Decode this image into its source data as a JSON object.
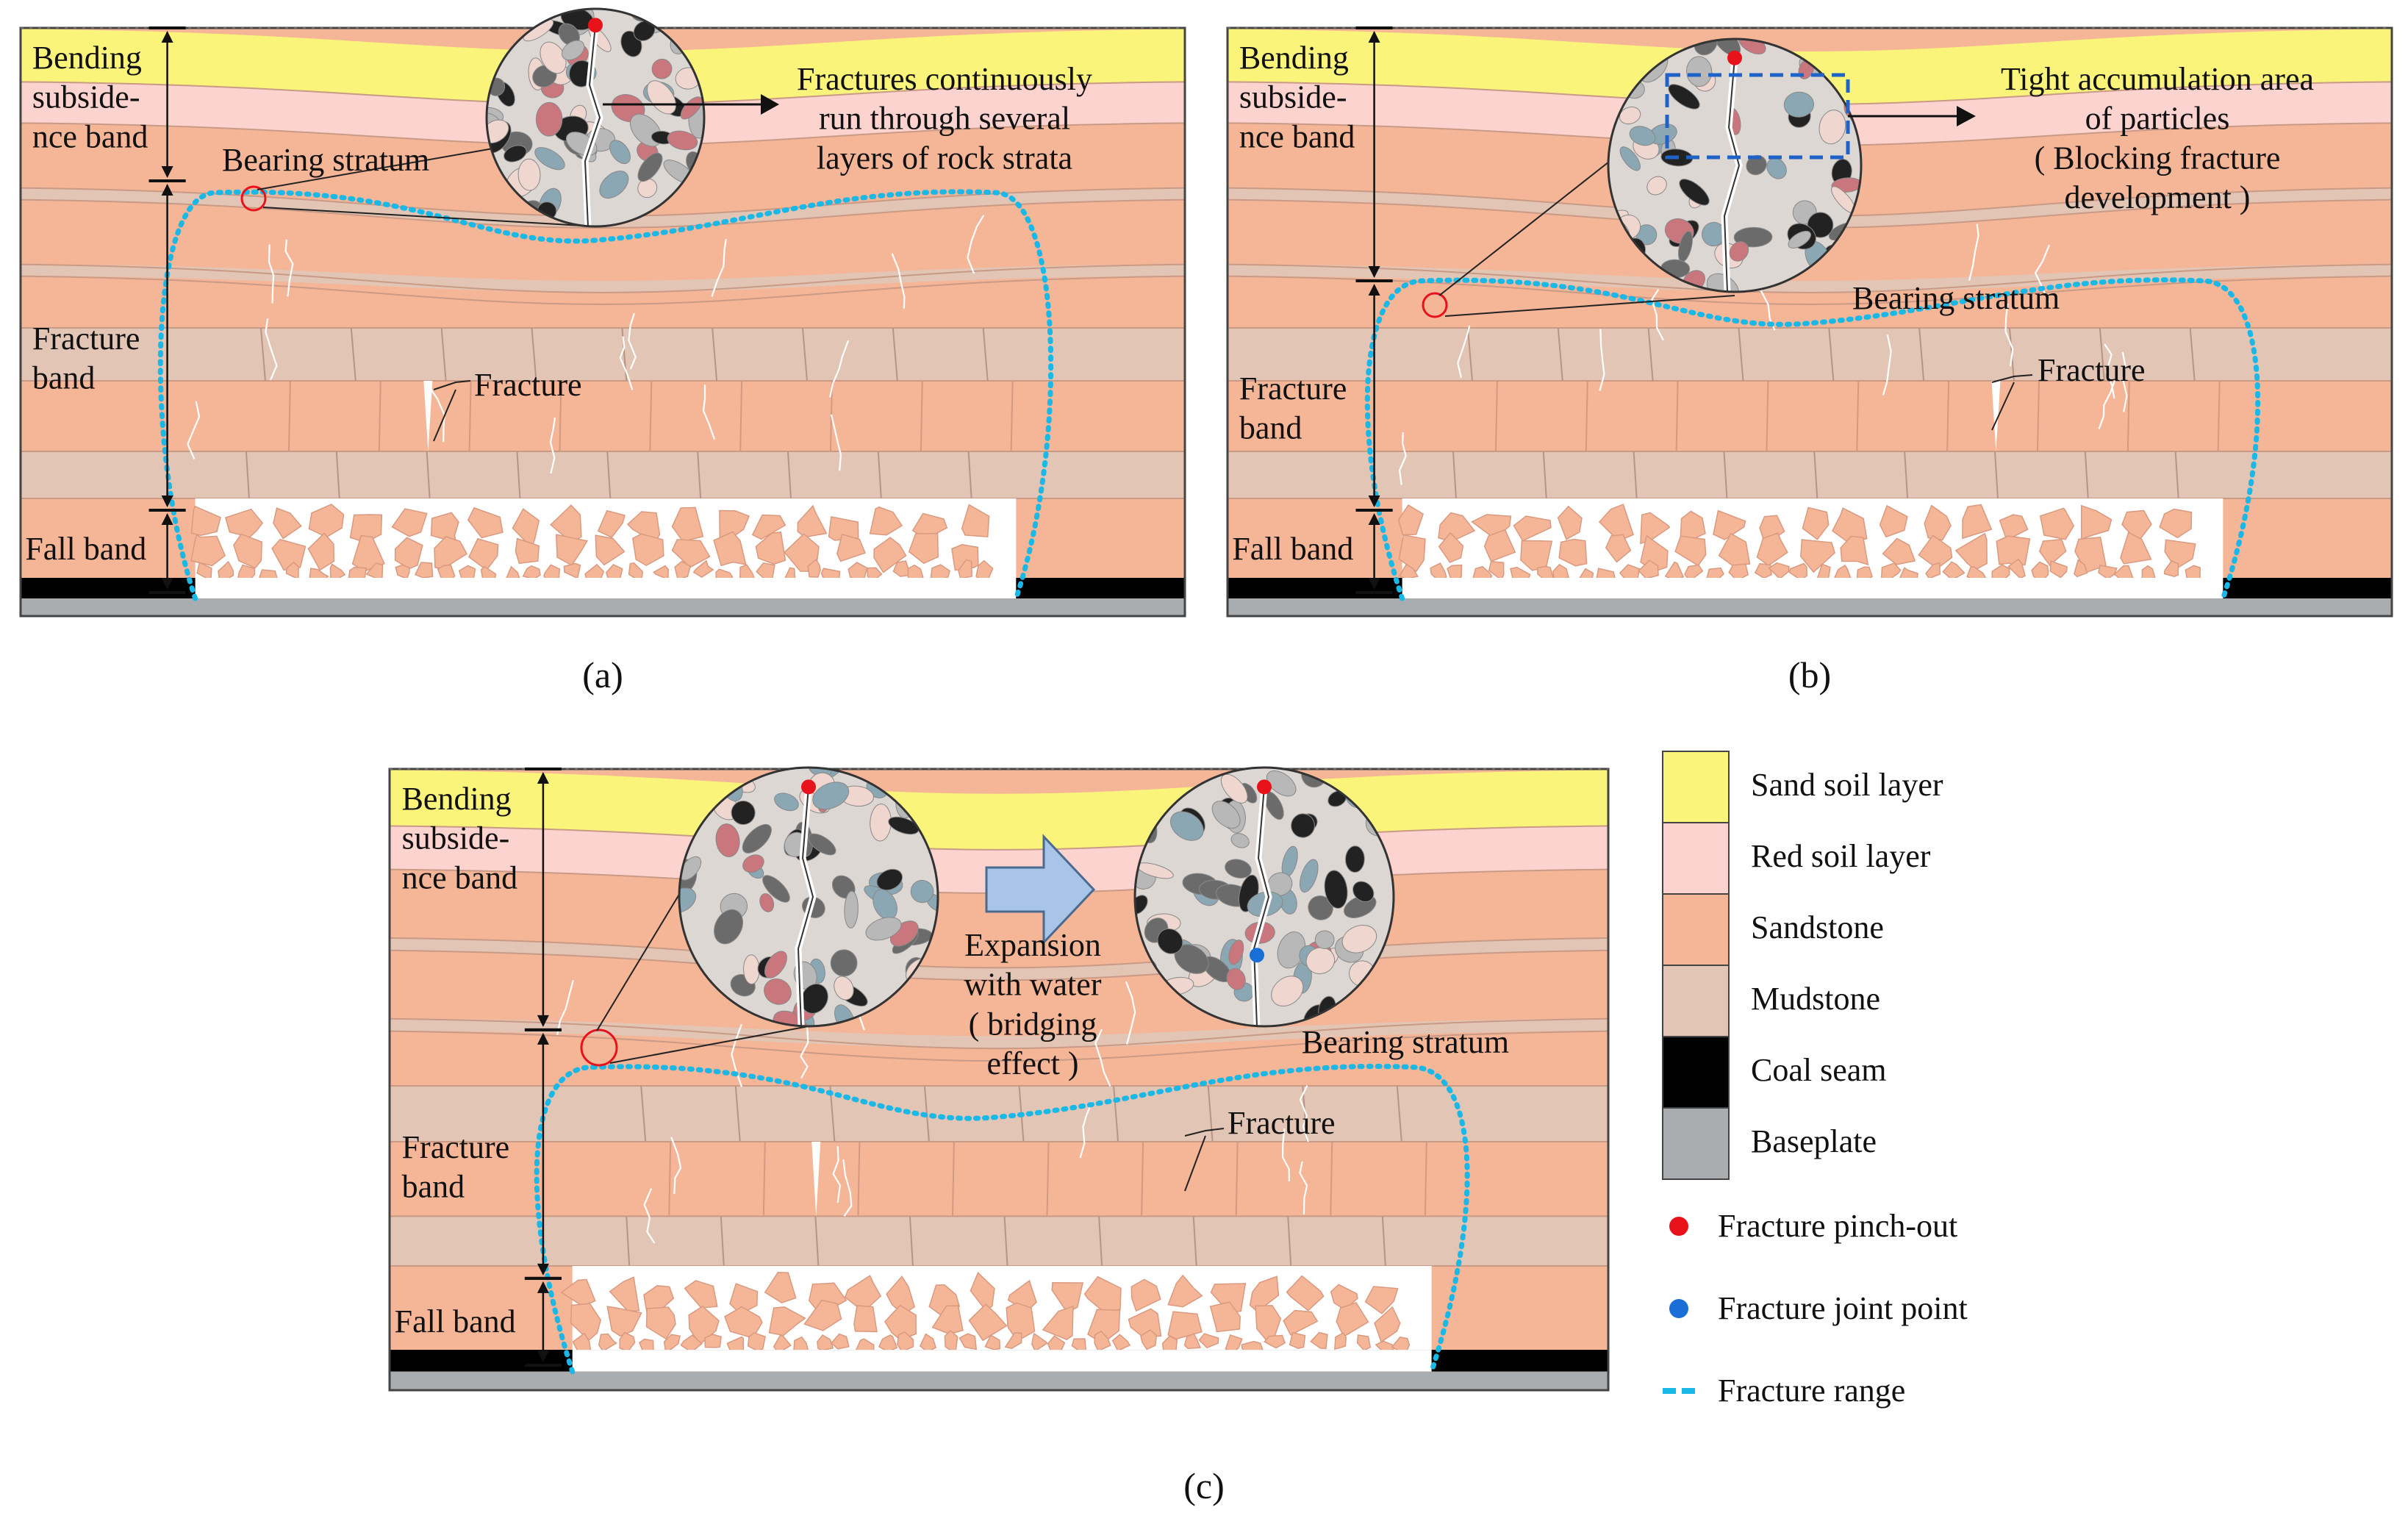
{
  "panels": [
    {
      "id": "a",
      "caption": "(a)",
      "zones": {
        "bending": "Bending\nsubside-\nnce band",
        "fracture": "Fracture\nband",
        "fall": "Fall band"
      },
      "bearing_stratum": "Bearing stratum",
      "fracture_label": "Fracture",
      "callout": "Fractures continuously\nrun through several\nlayers of rock strata"
    },
    {
      "id": "b",
      "caption": "(b)",
      "zones": {
        "bending": "Bending\nsubside-\nnce band",
        "fracture": "Fracture\nband",
        "fall": "Fall band"
      },
      "bearing_stratum": "Bearing stratum",
      "fracture_label": "Fracture",
      "callout": "Tight accumulation area\nof particles\n( Blocking fracture\ndevelopment )"
    },
    {
      "id": "c",
      "caption": "(c)",
      "zones": {
        "bending": "Bending\nsubside-\nnce band",
        "fracture": "Fracture\nband",
        "fall": "Fall band"
      },
      "bearing_stratum": "Bearing stratum",
      "fracture_label": "Fracture",
      "callout": "Expansion\nwith water\n( bridging\neffect )"
    }
  ],
  "legend": [
    {
      "label": "Sand soil layer",
      "kind": "swatch",
      "color": "#fbf47a"
    },
    {
      "label": "Red soil layer",
      "kind": "swatch",
      "color": "#fcd3cf"
    },
    {
      "label": "Sandstone",
      "kind": "swatch",
      "color": "#f5b597"
    },
    {
      "label": "Mudstone",
      "kind": "swatch",
      "color": "#e2c5b4"
    },
    {
      "label": "Coal seam",
      "kind": "swatch",
      "color": "#000000"
    },
    {
      "label": "Baseplate",
      "kind": "swatch",
      "color": "#a9adb0"
    },
    {
      "label": "Fracture pinch-out",
      "kind": "dot",
      "color": "#e8121b"
    },
    {
      "label": "Fracture joint point",
      "kind": "dot",
      "color": "#1a6fd6"
    },
    {
      "label": "Fracture range",
      "kind": "dash",
      "color": "#19b8e6"
    }
  ],
  "colors": {
    "sand": "#fbf47a",
    "red_soil": "#fcd3cf",
    "sandstone": "#f5b597",
    "mudstone": "#e2c5b4",
    "coal": "#000000",
    "baseplate": "#a9adb0",
    "fracture_range": "#19b8e6",
    "pinch_out": "#e8121b",
    "joint_point": "#1a6fd6",
    "arrow_fill": "#a8c4e6"
  }
}
